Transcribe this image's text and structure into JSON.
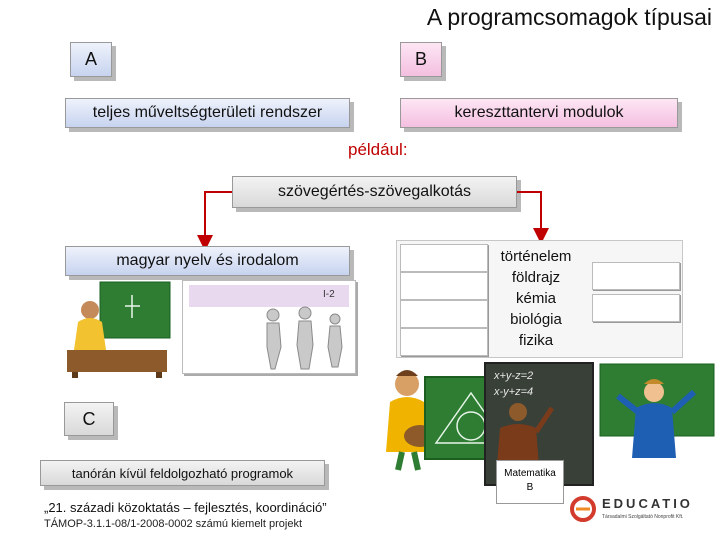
{
  "title": "A programcsomagok típusai",
  "box_a": {
    "label": "A"
  },
  "box_b": {
    "label": "B"
  },
  "box_c": {
    "label": "C"
  },
  "system_a": {
    "label": "teljes műveltségterületi rendszer"
  },
  "system_b": {
    "label": "kereszttantervi modulok"
  },
  "example": {
    "label": "például:"
  },
  "center_topic": {
    "label": "szövegértés-szövegalkotás"
  },
  "subject_left": {
    "label": "magyar nyelv és irodalom"
  },
  "subjects_right": [
    "történelem",
    "földrajz",
    "kémia",
    "biológia",
    "fizika"
  ],
  "book_label": "I-2",
  "extracurricular": {
    "label": "tanórán kívül feldolgozható programok"
  },
  "blackboard": {
    "line1": "Matematika",
    "line2": "B",
    "formula1": "x+y-z=2",
    "formula2": "x-y+z=4"
  },
  "footer": {
    "line1": "„21. századi közoktatás – fejlesztés, koordináció”",
    "line2": "TÁMOP-3.1.1-08/1-2008-0002 számú kiemelt projekt"
  },
  "logo": {
    "name": "EDUCATIO",
    "subtitle": "Társadalmi Szolgáltató Nonprofit Kft."
  },
  "colors": {
    "pink_box": "#f4bfe0",
    "blue_box": "#c7d3ef",
    "connector": "#c00000"
  }
}
